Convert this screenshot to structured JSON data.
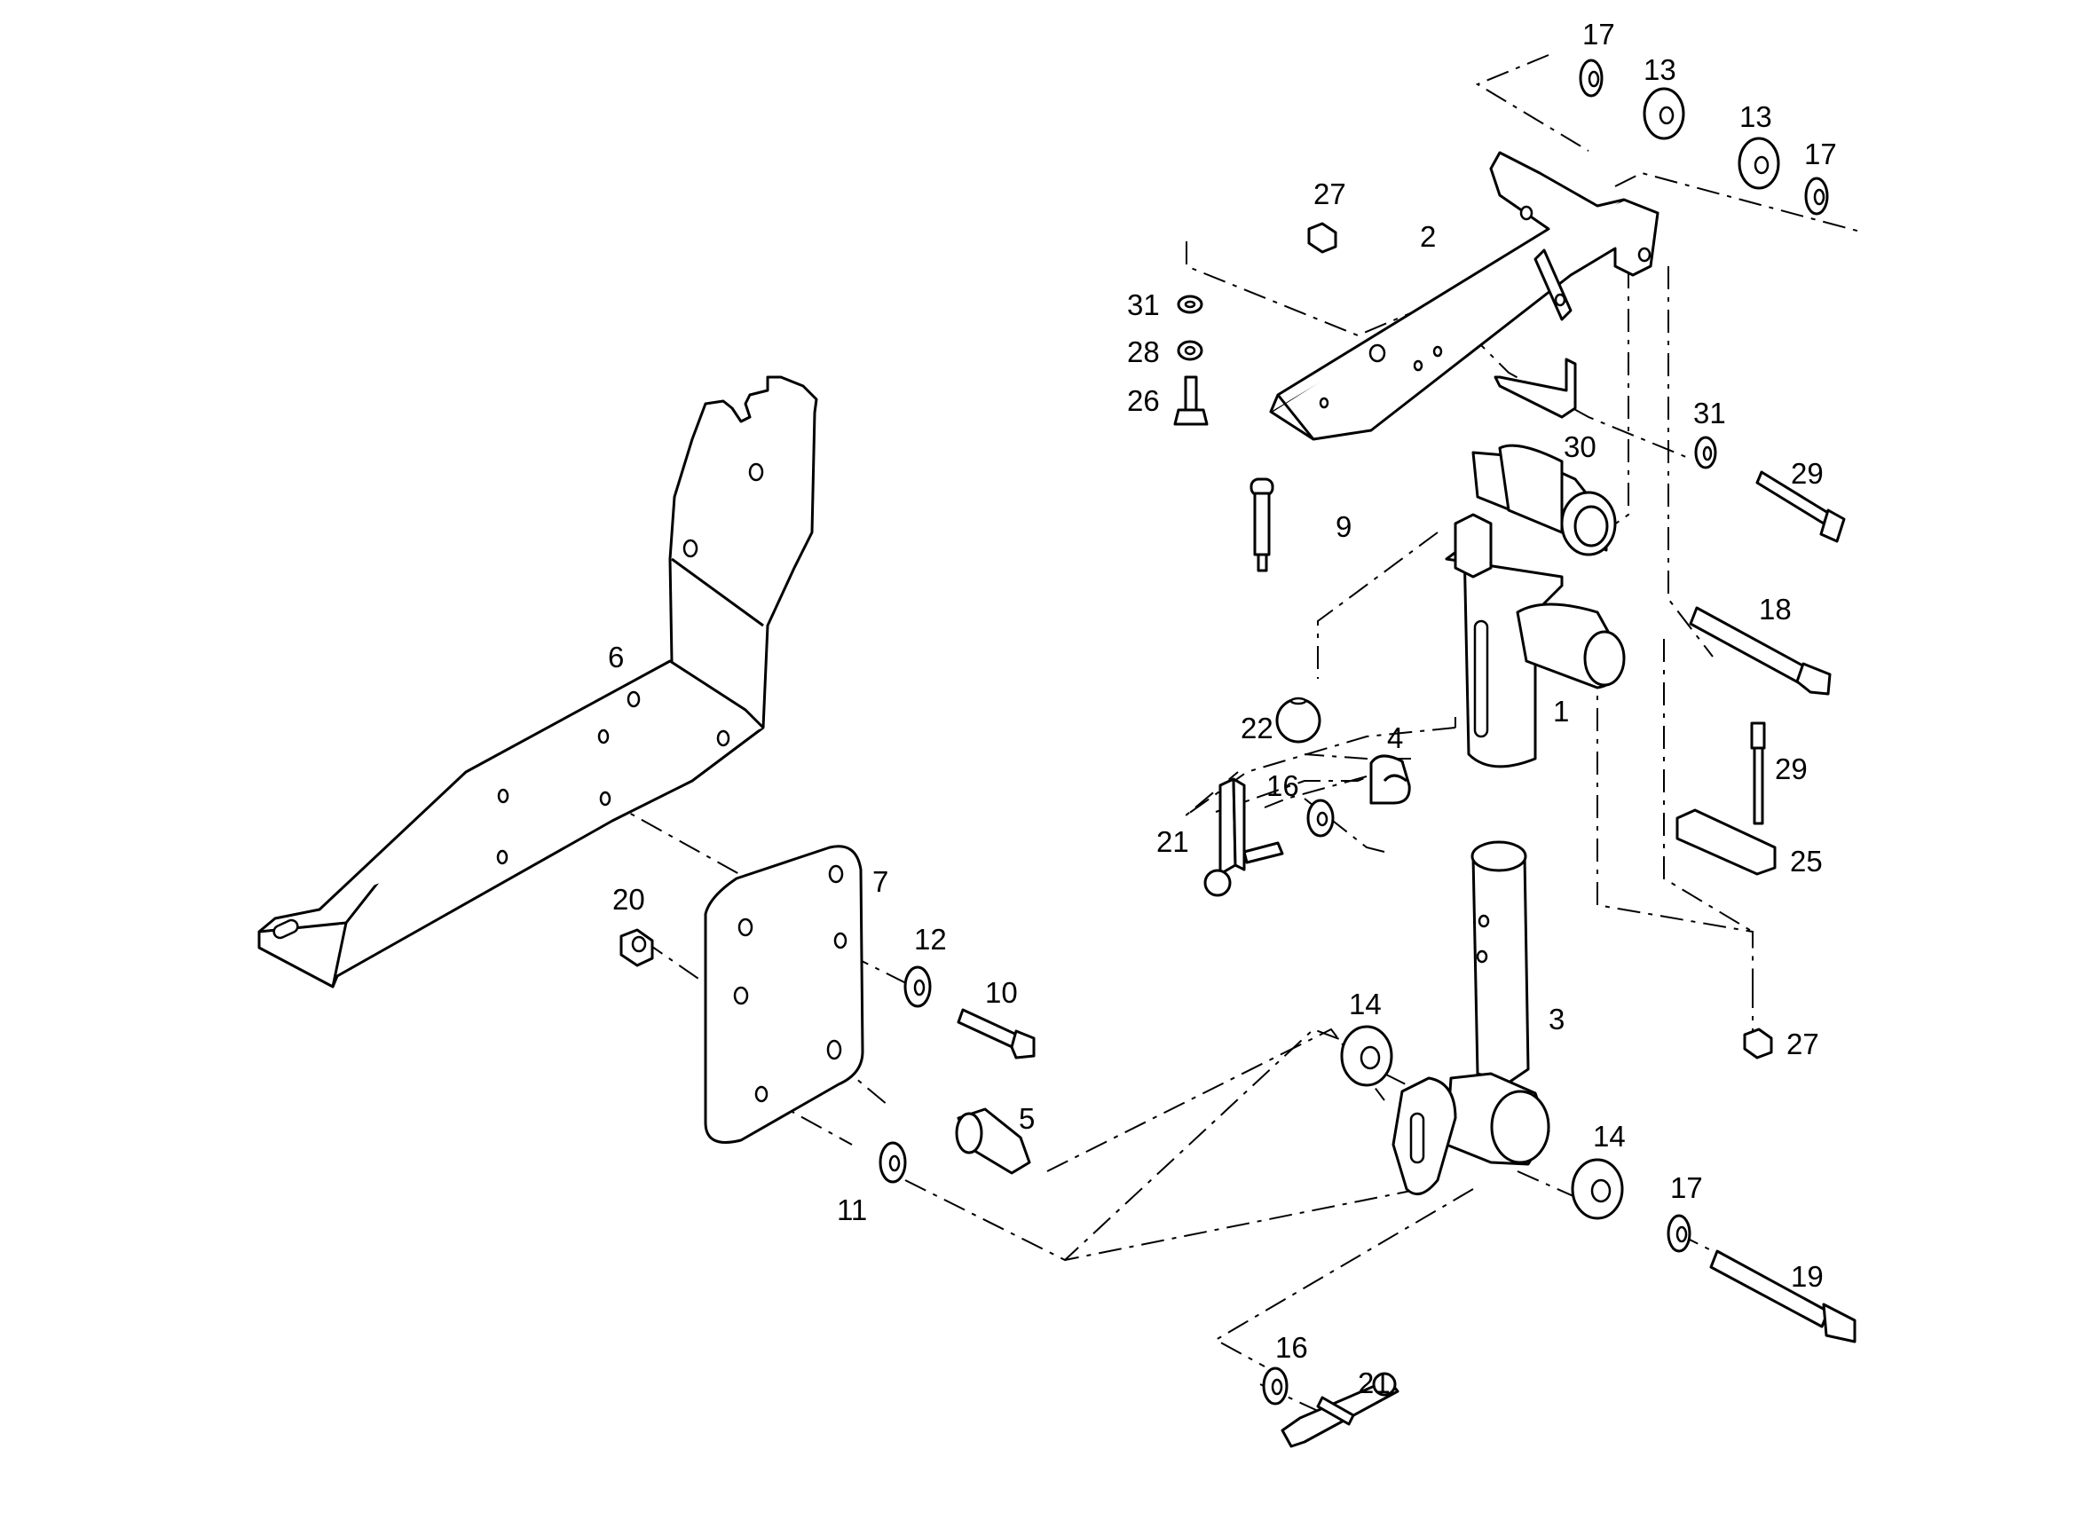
{
  "diagram": {
    "labels": [
      {
        "id": "1",
        "text": "1"
      },
      {
        "id": "2",
        "text": "2"
      },
      {
        "id": "3",
        "text": "3"
      },
      {
        "id": "4",
        "text": "4"
      },
      {
        "id": "5",
        "text": "5"
      },
      {
        "id": "6",
        "text": "6"
      },
      {
        "id": "7",
        "text": "7"
      },
      {
        "id": "9",
        "text": "9"
      },
      {
        "id": "10",
        "text": "10"
      },
      {
        "id": "11",
        "text": "11"
      },
      {
        "id": "12",
        "text": "12"
      },
      {
        "id": "13a",
        "text": "13"
      },
      {
        "id": "13b",
        "text": "13"
      },
      {
        "id": "14a",
        "text": "14"
      },
      {
        "id": "14b",
        "text": "14"
      },
      {
        "id": "16a",
        "text": "16"
      },
      {
        "id": "16b",
        "text": "16"
      },
      {
        "id": "17a",
        "text": "17"
      },
      {
        "id": "17b",
        "text": "17"
      },
      {
        "id": "17c",
        "text": "17"
      },
      {
        "id": "18",
        "text": "18"
      },
      {
        "id": "19",
        "text": "19"
      },
      {
        "id": "20",
        "text": "20"
      },
      {
        "id": "21a",
        "text": "21"
      },
      {
        "id": "21b",
        "text": "21"
      },
      {
        "id": "22",
        "text": "22"
      },
      {
        "id": "25",
        "text": "25"
      },
      {
        "id": "26",
        "text": "26"
      },
      {
        "id": "27a",
        "text": "27"
      },
      {
        "id": "27b",
        "text": "27"
      },
      {
        "id": "28",
        "text": "28"
      },
      {
        "id": "29a",
        "text": "29"
      },
      {
        "id": "29b",
        "text": "29"
      },
      {
        "id": "30",
        "text": "30"
      },
      {
        "id": "31a",
        "text": "31"
      },
      {
        "id": "31b",
        "text": "31"
      }
    ]
  }
}
